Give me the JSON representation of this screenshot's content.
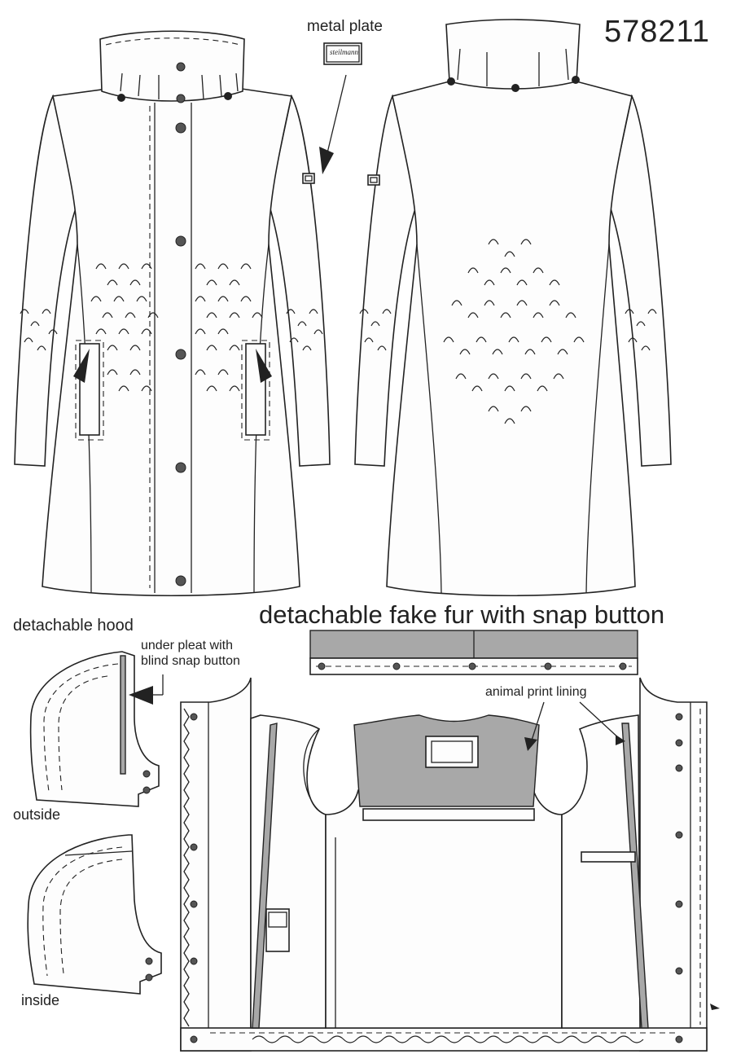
{
  "sheet": {
    "style_number": "578211",
    "labels": {
      "metal_plate": "metal plate",
      "plate_brand": "steilmann",
      "fake_fur": "detachable fake fur with snap button",
      "detachable_hood": "detachable hood",
      "under_pleat_line1": "under pleat with",
      "under_pleat_line2": "blind snap button",
      "animal_print_lining": "animal print  lining",
      "outside": "outside",
      "inside": "inside"
    },
    "colors": {
      "line": "#222222",
      "fill_grey": "#a8a8a8",
      "paper": "#ffffff"
    }
  }
}
